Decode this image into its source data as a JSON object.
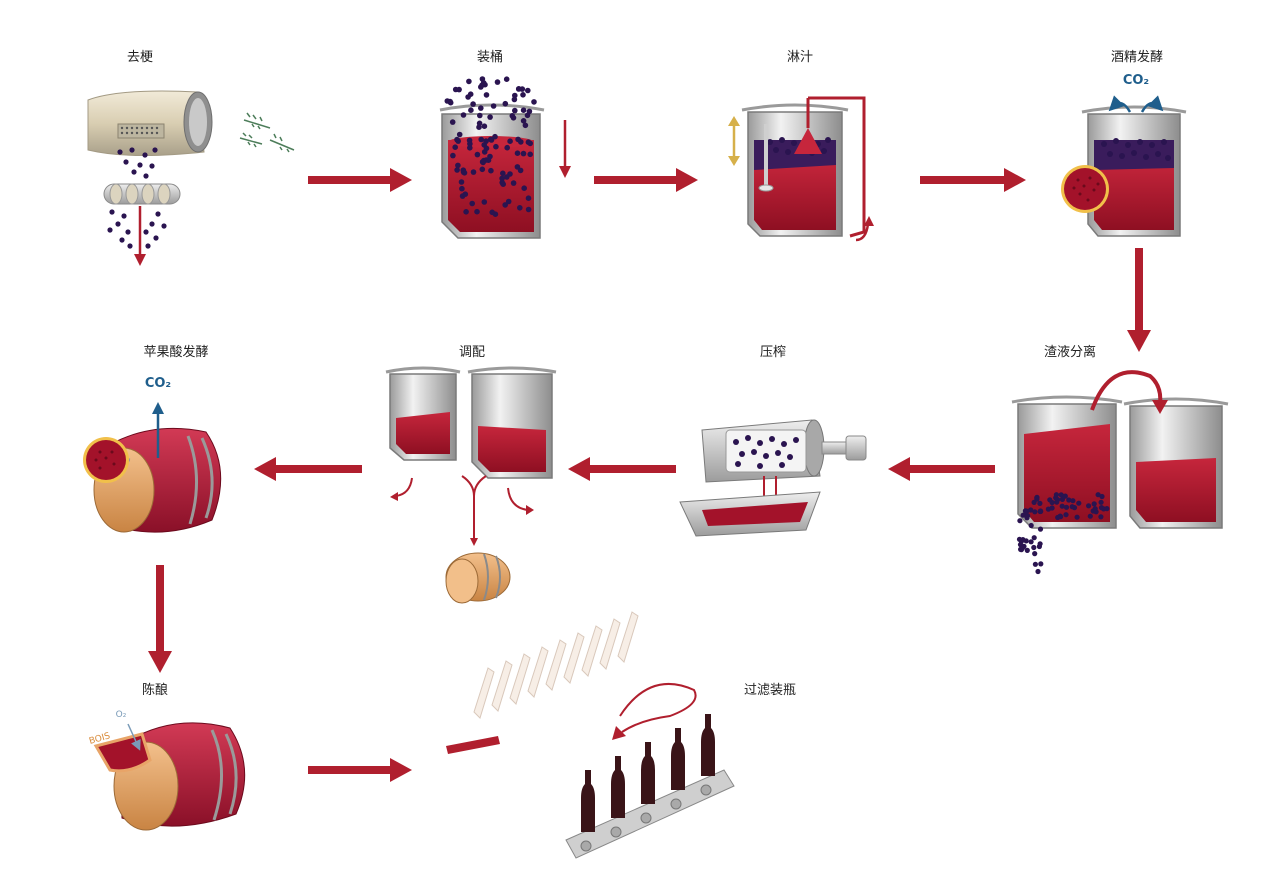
{
  "steps": {
    "destem": "去梗",
    "fill_tank": "装桶",
    "pump_over": "淋汁",
    "alcoholic_fermentation": "酒精发酵",
    "separation": "渣液分离",
    "pressing": "压榨",
    "blending": "调配",
    "malolactic_fermentation": "苹果酸发酵",
    "aging": "陈酿",
    "filter_bottle": "过滤装瓶"
  },
  "annotations": {
    "co2_fermentation": "CO₂",
    "co2_malolactic": "CO₂",
    "oxygen": "O₂",
    "wood": "BOIS"
  },
  "colors": {
    "arrow": "#b01f2e",
    "wine": "#a3122a",
    "wine_light": "#c6263c",
    "grape": "#2a1450",
    "steel": "#d9d9d9",
    "barrel_wood": "#e8a468",
    "co2_blue": "#1f5e8c"
  }
}
